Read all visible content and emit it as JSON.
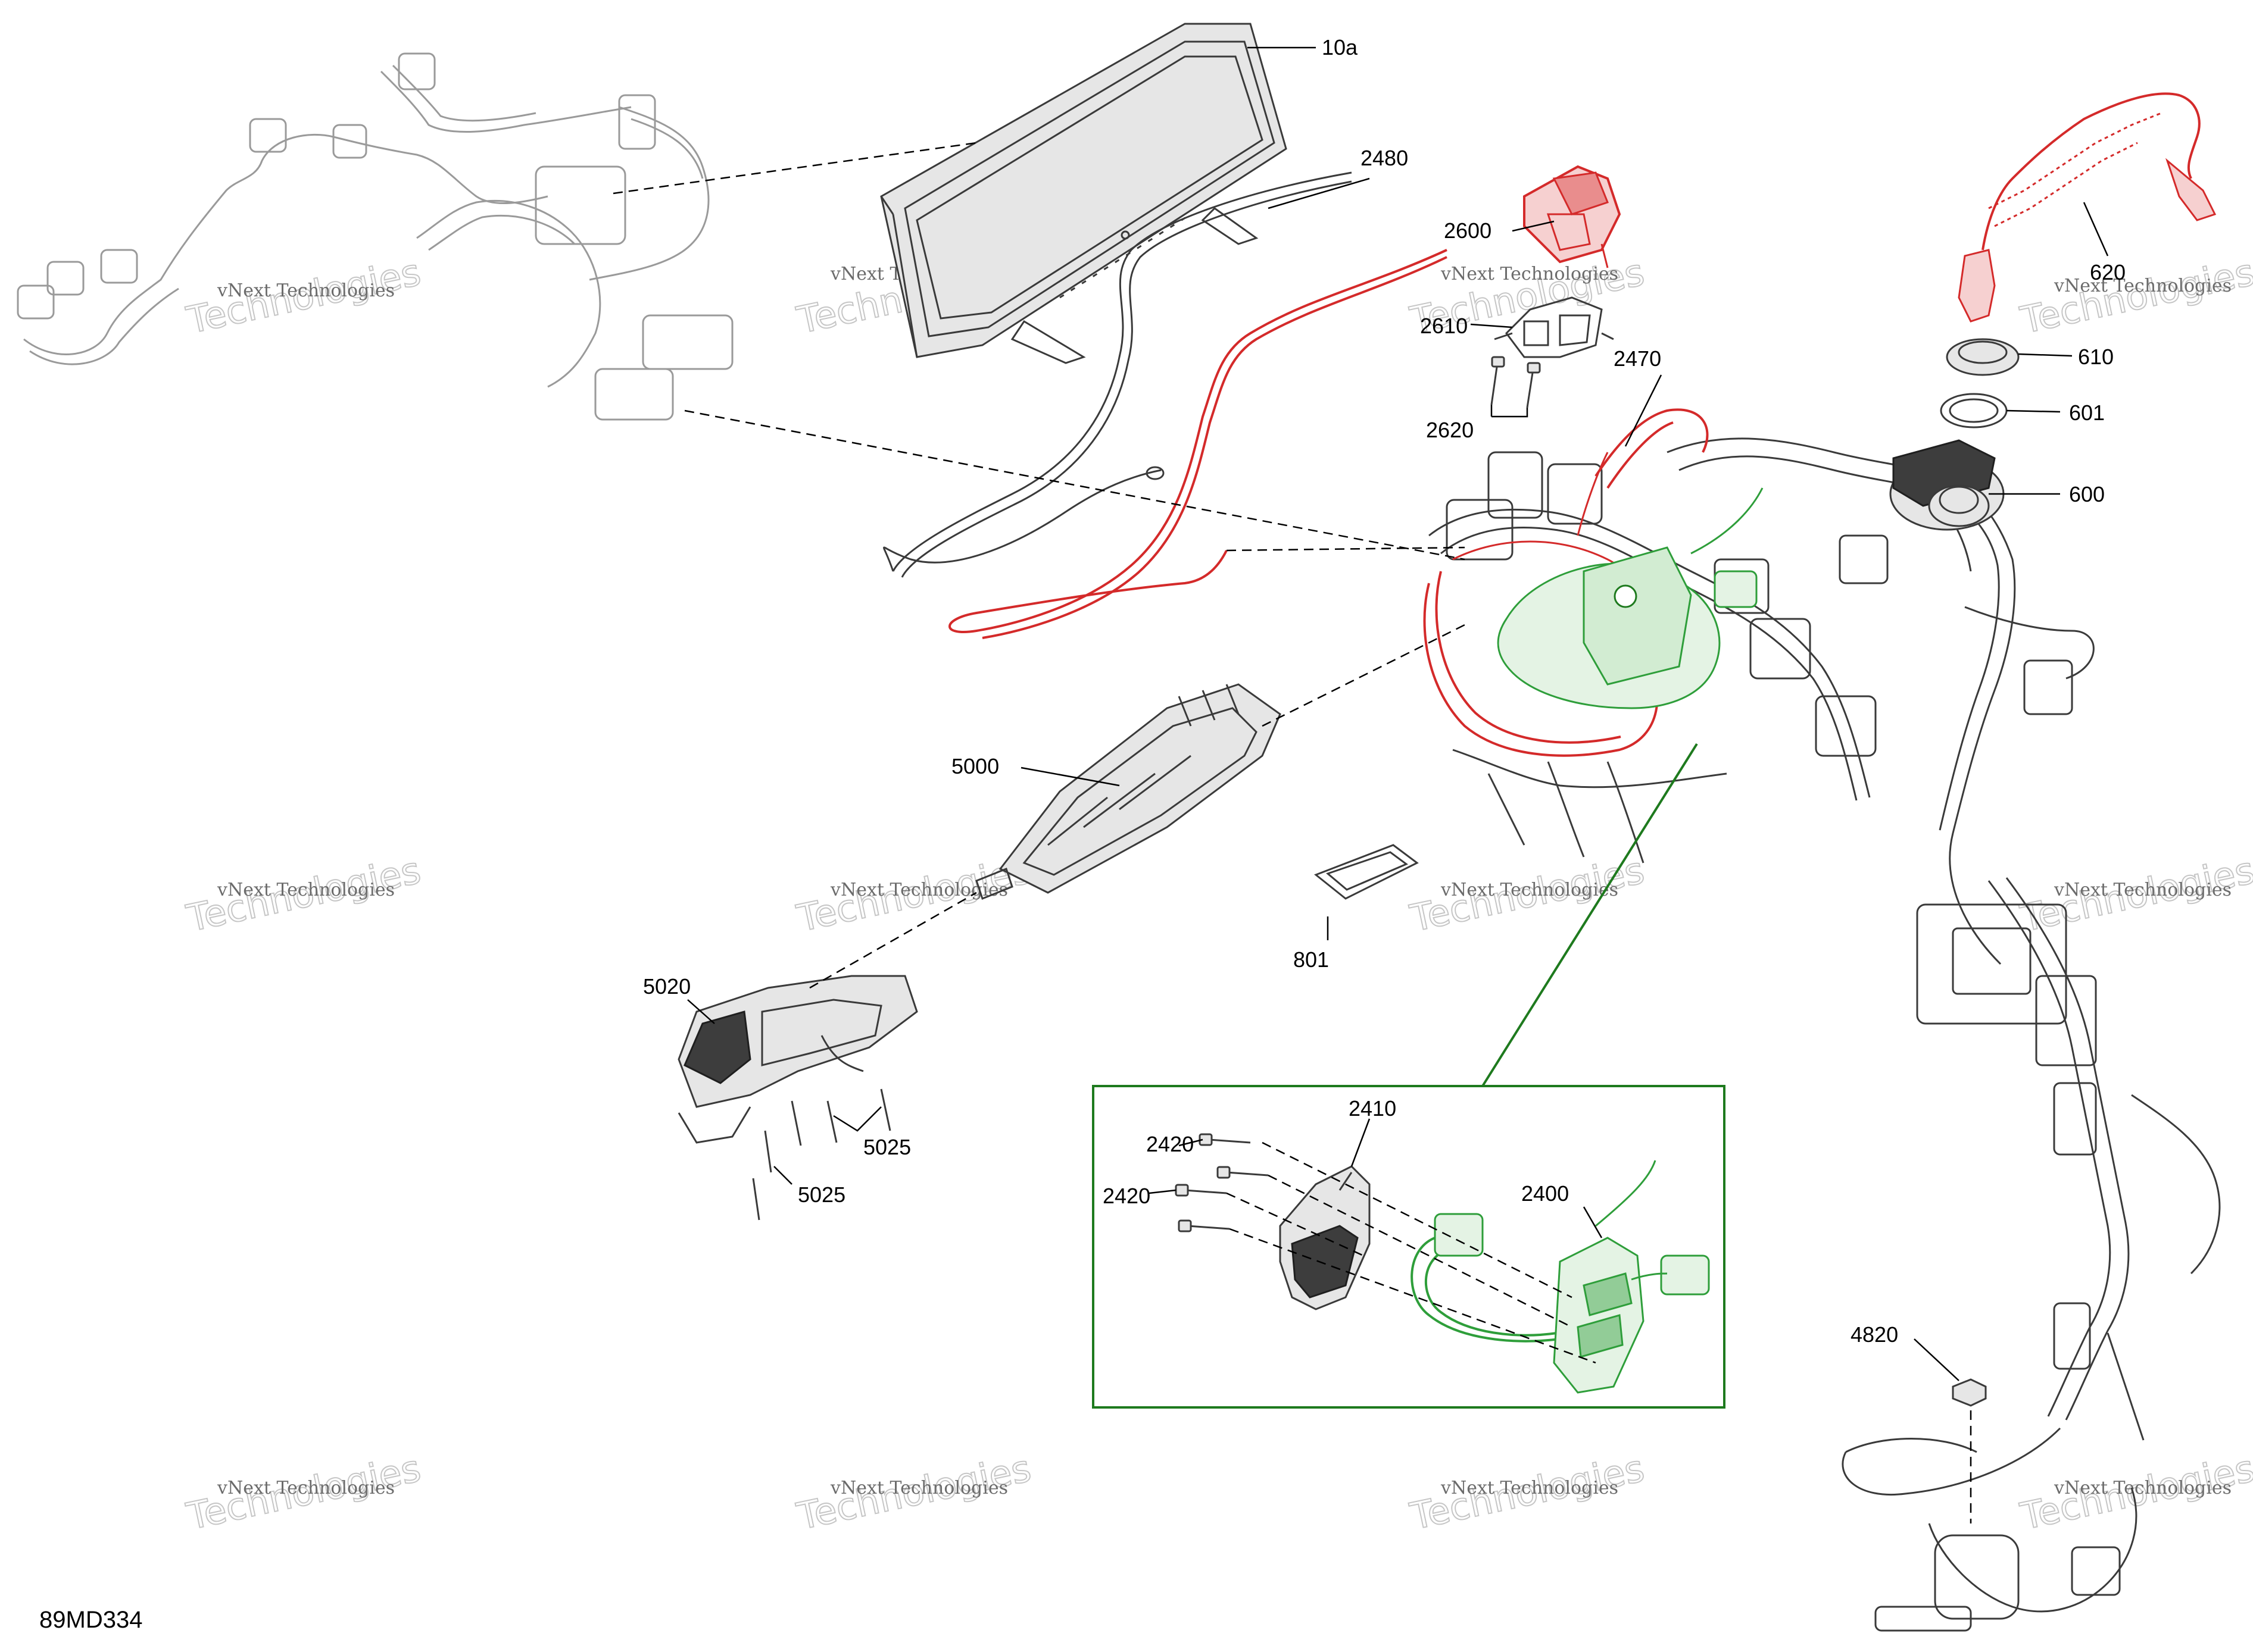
{
  "diagram_code": "89MD334",
  "watermark": {
    "line1": "vNext Technologies",
    "line2": "Technologies"
  },
  "colors": {
    "highlight_red": "#d42a2a",
    "highlight_green": "#2e9e3a",
    "detail_box": "#1e7a1e",
    "line": "#3a3a3a"
  },
  "part_labels": {
    "p10a": "10a",
    "p2480": "2480",
    "p2600": "2600",
    "p2610": "2610",
    "p2620": "2620",
    "p2470": "2470",
    "p620": "620",
    "p610": "610",
    "p601": "601",
    "p600": "600",
    "p5000": "5000",
    "p801": "801",
    "p5020": "5020",
    "p5025a": "5025",
    "p5025b": "5025",
    "p2410": "2410",
    "p2420a": "2420",
    "p2420b": "2420",
    "p2400": "2400",
    "p4820": "4820"
  }
}
